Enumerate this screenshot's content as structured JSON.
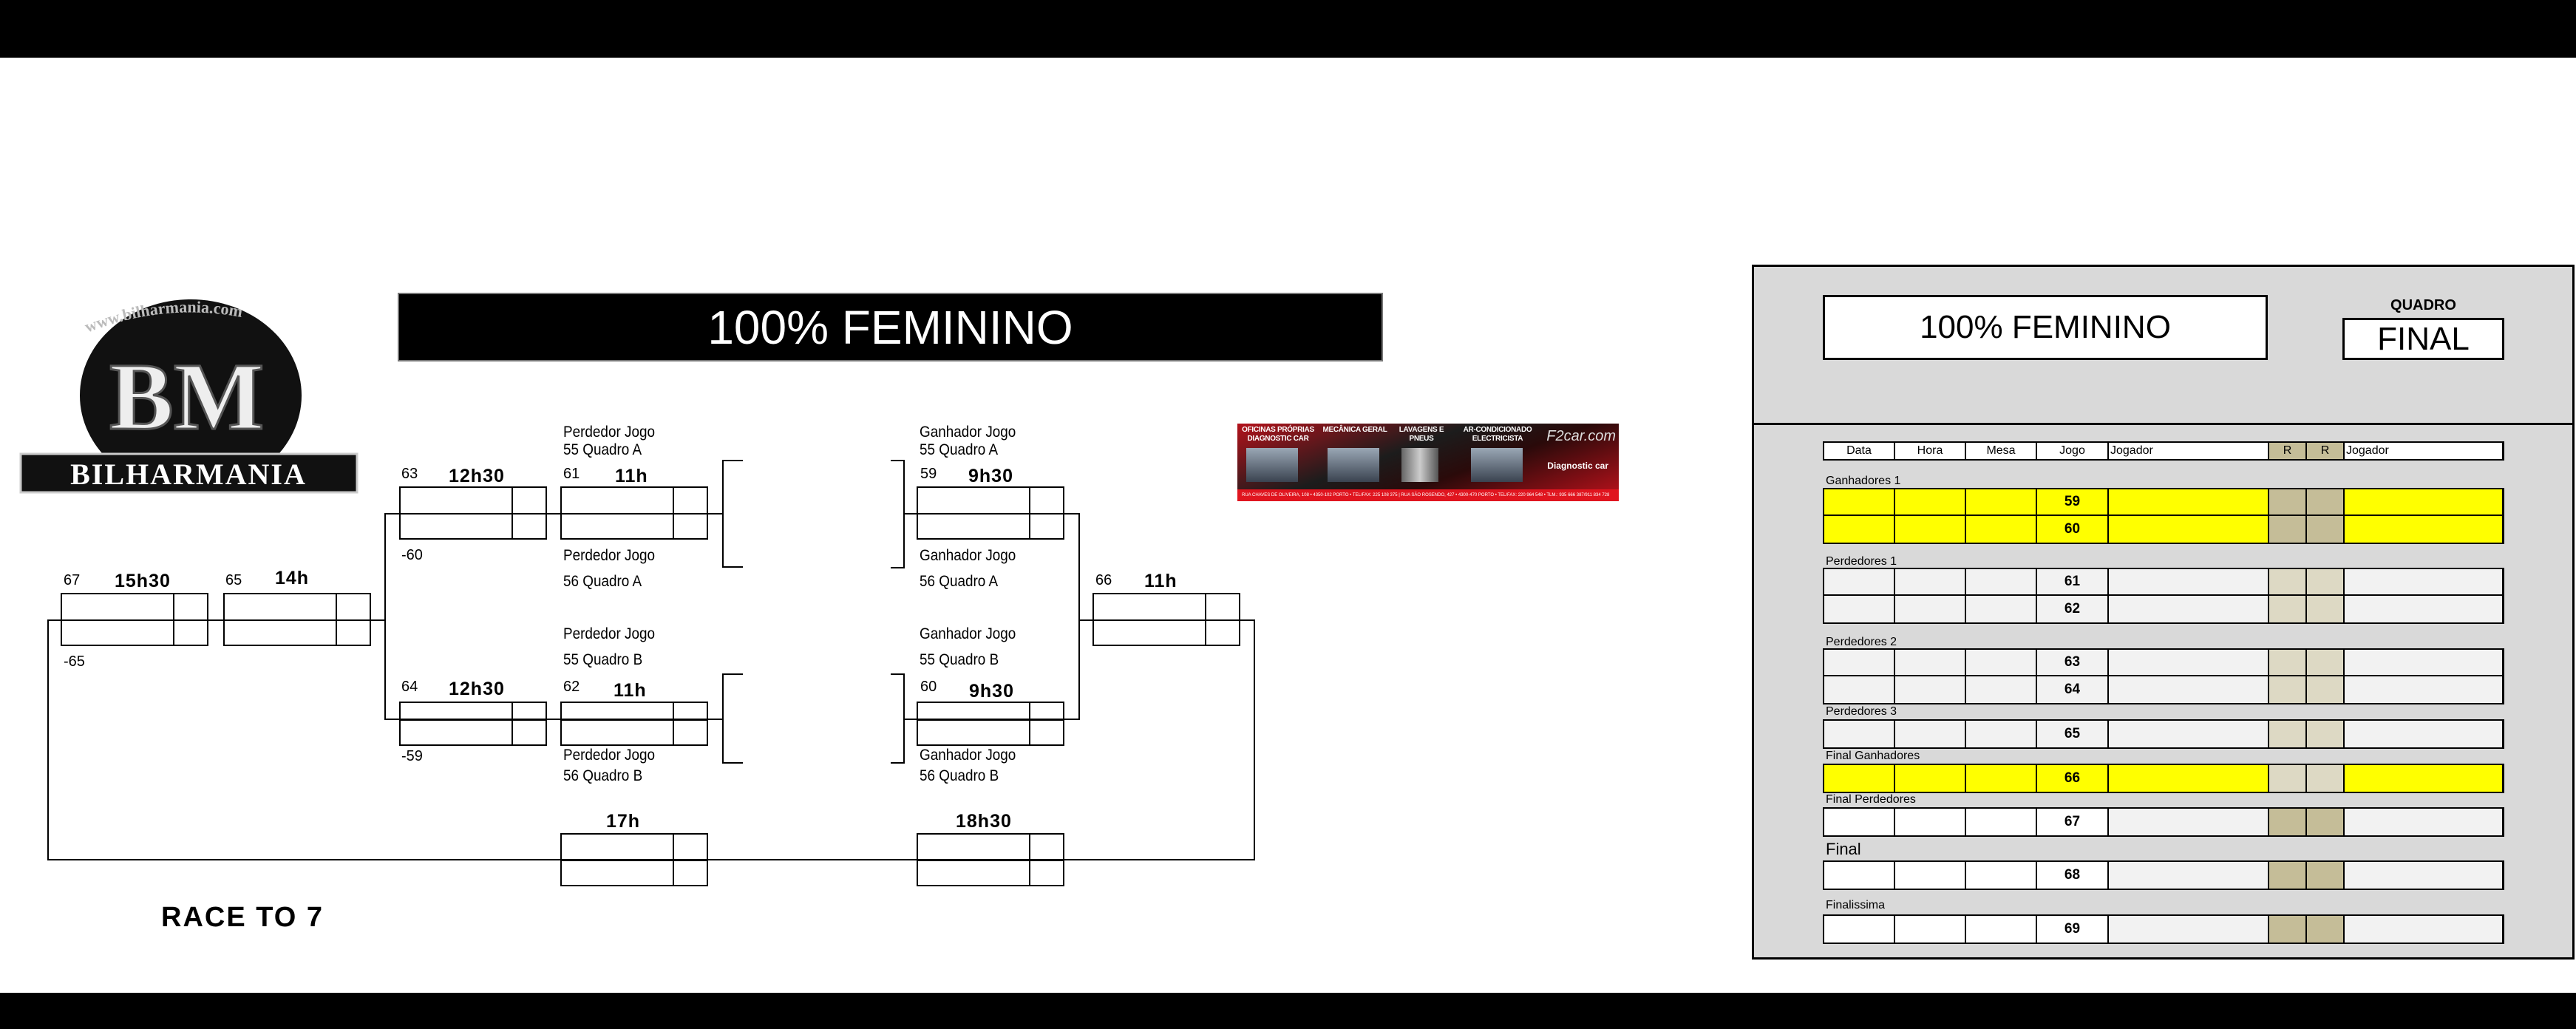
{
  "title": "100% FEMININO",
  "logo": {
    "main": "BM",
    "name": "BILHARMANIA",
    "url": "www.bilharmania.com"
  },
  "race": "RACE TO 7",
  "bracket": {
    "g67": {
      "num": "67",
      "time": "15h30",
      "note": "-65"
    },
    "g65": {
      "num": "65",
      "time": "14h"
    },
    "g63": {
      "num": "63",
      "time": "12h30",
      "note": "-60"
    },
    "g64": {
      "num": "64",
      "time": "12h30",
      "note": "-59"
    },
    "g61": {
      "num": "61",
      "time": "11h",
      "top1": "Perdedor Jogo",
      "top2": "55 Quadro A",
      "bot1": "Perdedor Jogo",
      "bot2": "56 Quadro A"
    },
    "g62": {
      "num": "62",
      "time": "11h",
      "top1": "Perdedor Jogo",
      "top2": "55 Quadro B",
      "bot1": "Perdedor Jogo",
      "bot2": "56 Quadro B"
    },
    "g59": {
      "num": "59",
      "time": "9h30",
      "top1": "Ganhador Jogo",
      "top2": "55 Quadro A",
      "bot1": "Ganhador Jogo",
      "bot2": "56 Quadro A"
    },
    "g60": {
      "num": "60",
      "time": "9h30",
      "top1": "Ganhador Jogo",
      "top2": "55 Quadro B",
      "bot1": "Ganhador Jogo",
      "bot2": "56 Quadro B"
    },
    "g66": {
      "num": "66",
      "time": "11h"
    },
    "g68": {
      "time": "17h"
    },
    "g69": {
      "time": "18h30"
    }
  },
  "ad": {
    "cap1": "OFICINAS PRÓPRIAS DIAGNOSTIC CAR",
    "cap2": "MECÂNICA GERAL",
    "cap3": "LAVAGENS E PNEUS",
    "cap4": "AR-CONDICIONADO ELECTRICISTA",
    "brand": "F2car.com",
    "diag": "Diagnostic car",
    "footer": "RUA CHAVES DE OLIVEIRA, 108 • 4350-102 PORTO • TEL/FAX: 225 108 375 | RUA SÃO ROSENDO, 427 • 4300-470 PORTO • TEL/FAX: 220 964 548 • TLM.: 935 666 387/911 834 728"
  },
  "panel": {
    "title": "100% FEMININO",
    "quadro_label": "QUADRO",
    "quadro_value": "FINAL",
    "headers": [
      "Data",
      "Hora",
      "Mesa",
      "Jogo",
      "Jogador",
      "R",
      "R",
      "Jogador"
    ],
    "sections": [
      {
        "label": "Ganhadores 1",
        "games": [
          "59",
          "60"
        ]
      },
      {
        "label": "Perdedores 1",
        "games": [
          "61",
          "62"
        ]
      },
      {
        "label": "Perdedores 2",
        "games": [
          "63",
          "64"
        ]
      },
      {
        "label": "Perdedores 3",
        "games": [
          "65"
        ]
      },
      {
        "label": "Final Ganhadores",
        "games": [
          "66"
        ]
      },
      {
        "label": "Final Perdedores",
        "games": [
          "67"
        ]
      },
      {
        "label": "Final",
        "games": [
          "68"
        ]
      },
      {
        "label": "Finalissima",
        "games": [
          "69"
        ]
      }
    ]
  },
  "colors": {
    "highlight": "#ffff00",
    "score_dark": "#c5bd98",
    "score_light": "#ddd9c4",
    "panel": "#d9d9d9"
  }
}
